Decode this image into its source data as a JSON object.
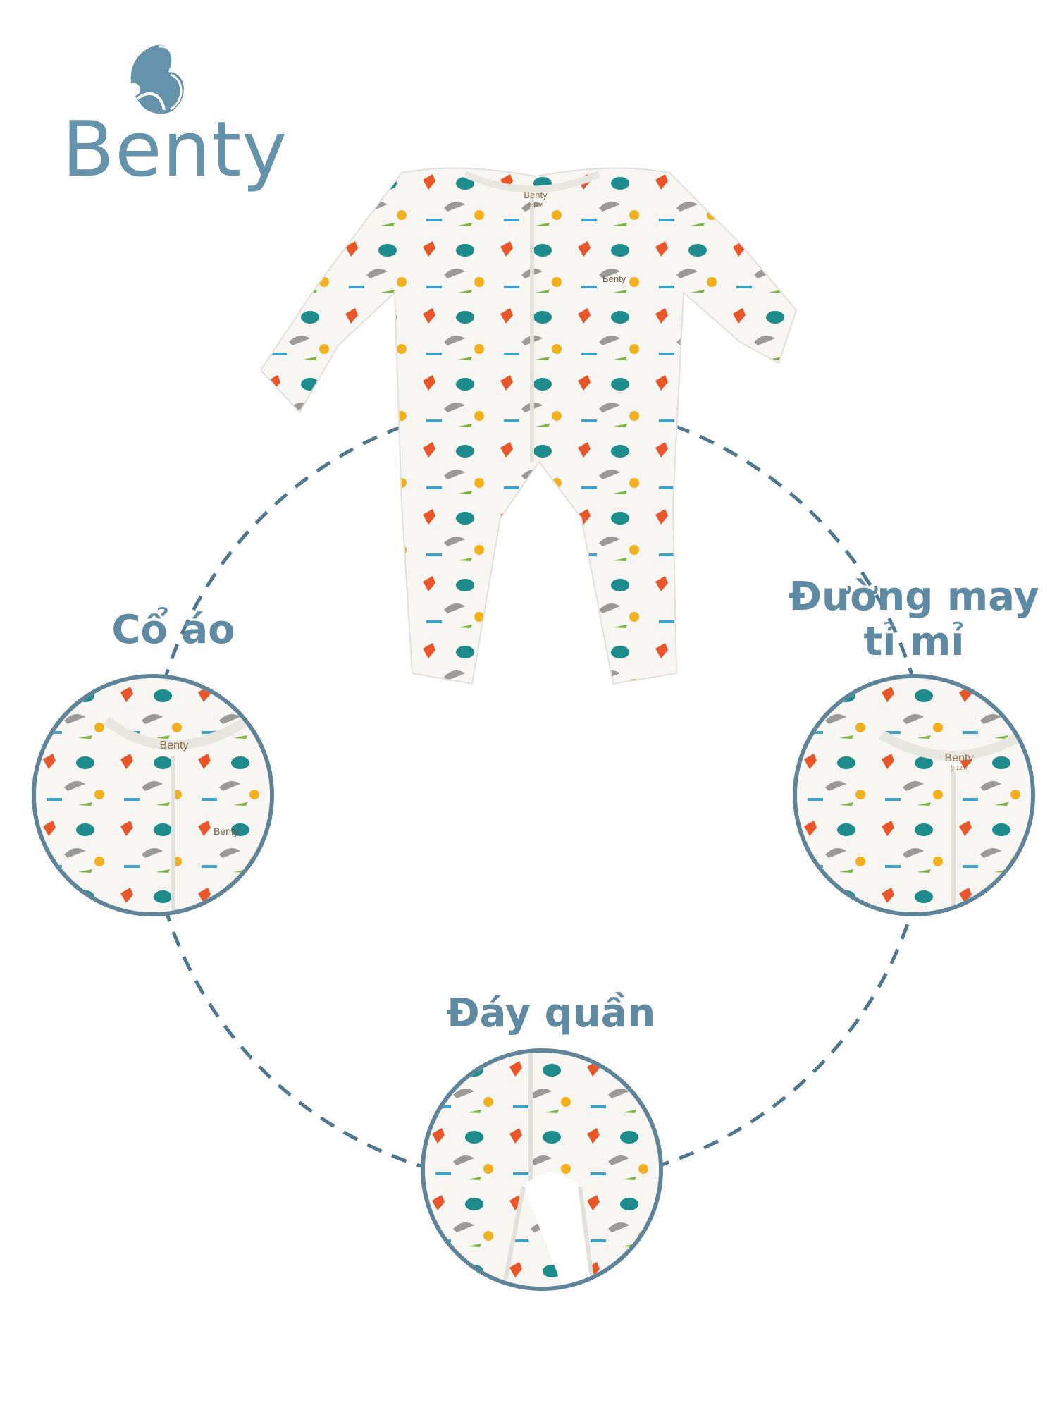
{
  "brand": {
    "name": "Benty",
    "color": "#6493ab"
  },
  "labels": {
    "collar": "Cổ áo",
    "seam_line1": "Đường may",
    "seam_line2": "tỉ mỉ",
    "crotch": "Đáy quần"
  },
  "garment": {
    "neck_tag": "Benty",
    "size_tag": "9-12M",
    "chest_print": "Benty"
  },
  "colors": {
    "accent": "#5f8aa3",
    "ring": "#5f8399",
    "fabric": "#f7f6f2",
    "print_orange": "#e8562a",
    "print_teal": "#1e8c8c",
    "print_gray": "#9a9a98",
    "print_yellow": "#f2b01e"
  }
}
